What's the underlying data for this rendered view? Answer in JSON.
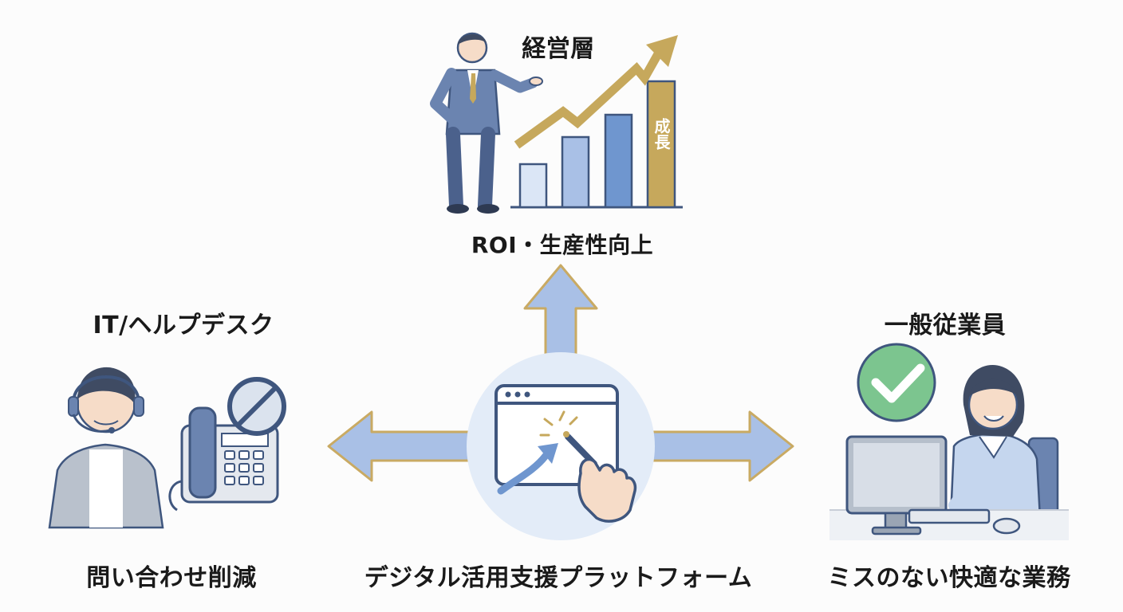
{
  "executive": {
    "title": "経営層",
    "benefit": "ROI・生産性向上",
    "bar_label": "成長"
  },
  "it_helpdesk": {
    "title": "IT/ヘルプデスク",
    "benefit": "問い合わせ削減"
  },
  "employee": {
    "title": "一般従業員",
    "benefit": "ミスのない快適な業務"
  },
  "platform": {
    "name": "デジタル活用支援プラットフォーム"
  },
  "colors": {
    "arrow_fill": "#a9c0e6",
    "arrow_outline": "#c9aa63",
    "gold": "#c6a85c",
    "navy": "#3f567e",
    "check_green": "#7cc58f"
  }
}
